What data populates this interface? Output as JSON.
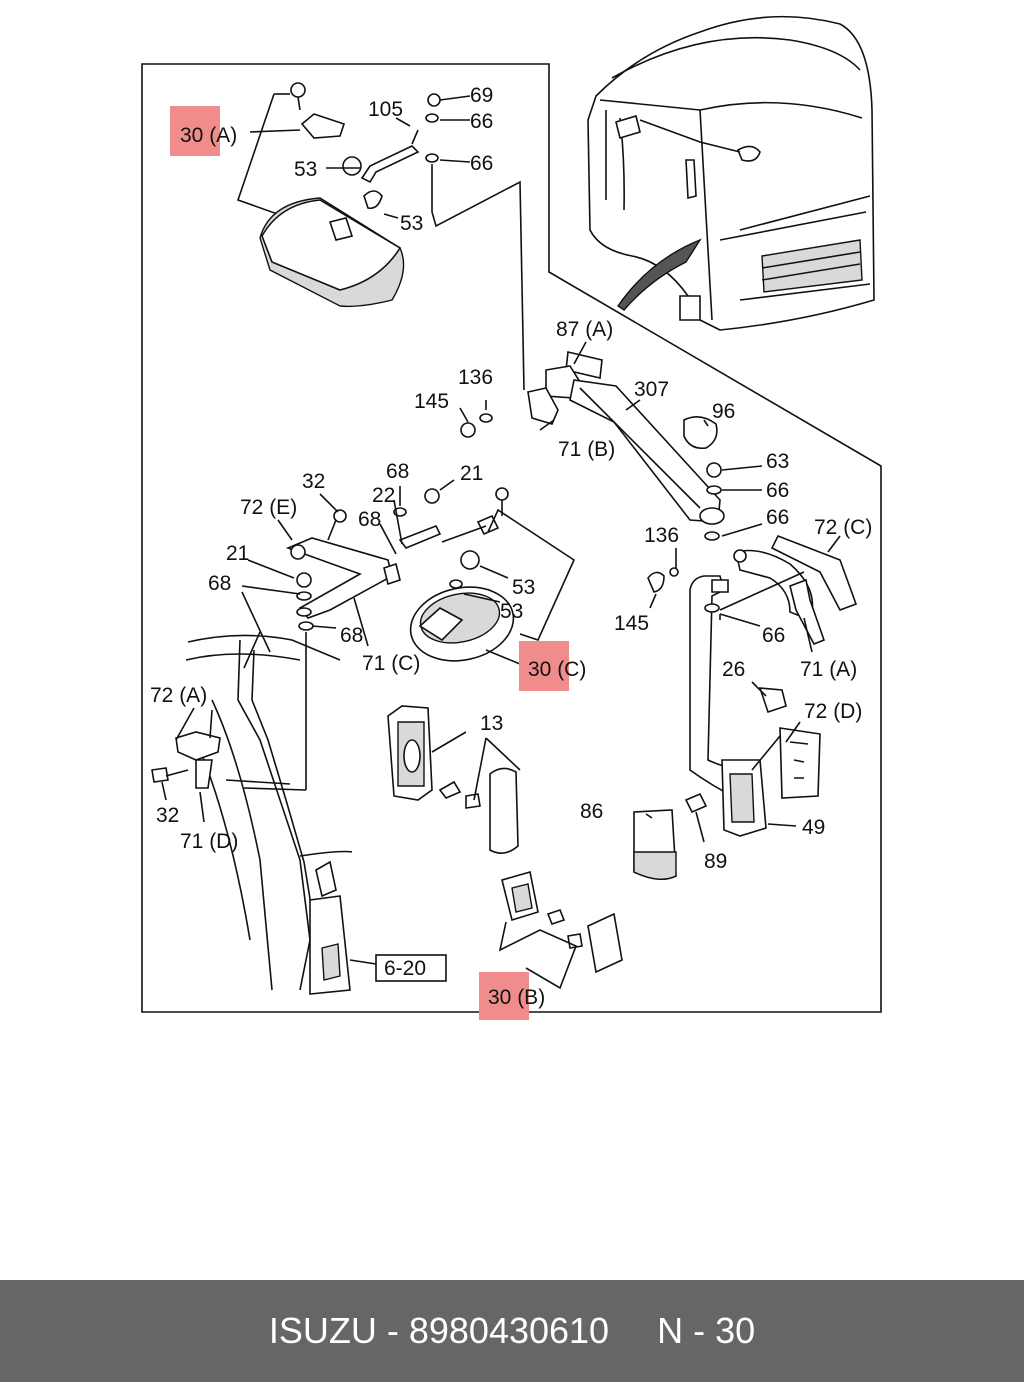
{
  "diagram": {
    "highlight_color": "#f08c8c",
    "callouts": {
      "ref_30a": "30 (A)",
      "ref_30b": "30 (B)",
      "ref_30c": "30 (C)",
      "p69": "69",
      "p66a": "66",
      "p66b": "66",
      "p105": "105",
      "p53a": "53",
      "p53b": "53",
      "p87a": "87 (A)",
      "p136a": "136",
      "p145a": "145",
      "p307": "307",
      "p71b": "71 (B)",
      "p96": "96",
      "p63": "63",
      "p66c": "66",
      "p66d": "66",
      "p72c": "72 (C)",
      "p136b": "136",
      "p145b": "145",
      "p66e": "66",
      "p71a": "71 (A)",
      "p32a": "32",
      "p72e": "72 (E)",
      "p68a": "68",
      "p21a": "21",
      "p22": "22",
      "p68b": "68",
      "p21b": "21",
      "p53c": "53",
      "p53d": "53",
      "p68c": "68",
      "p68d": "68",
      "p71c": "71 (C)",
      "p72a": "72 (A)",
      "p32b": "32",
      "p71d": "71 (D)",
      "p13": "13",
      "p26": "26",
      "p72d": "72 (D)",
      "p86": "86",
      "p89": "89",
      "p49": "49",
      "ref_620": "6-20"
    }
  },
  "footer": {
    "brand_part": "ISUZU - 8980430610",
    "page_ref": "N - 30",
    "background": "#666666"
  }
}
